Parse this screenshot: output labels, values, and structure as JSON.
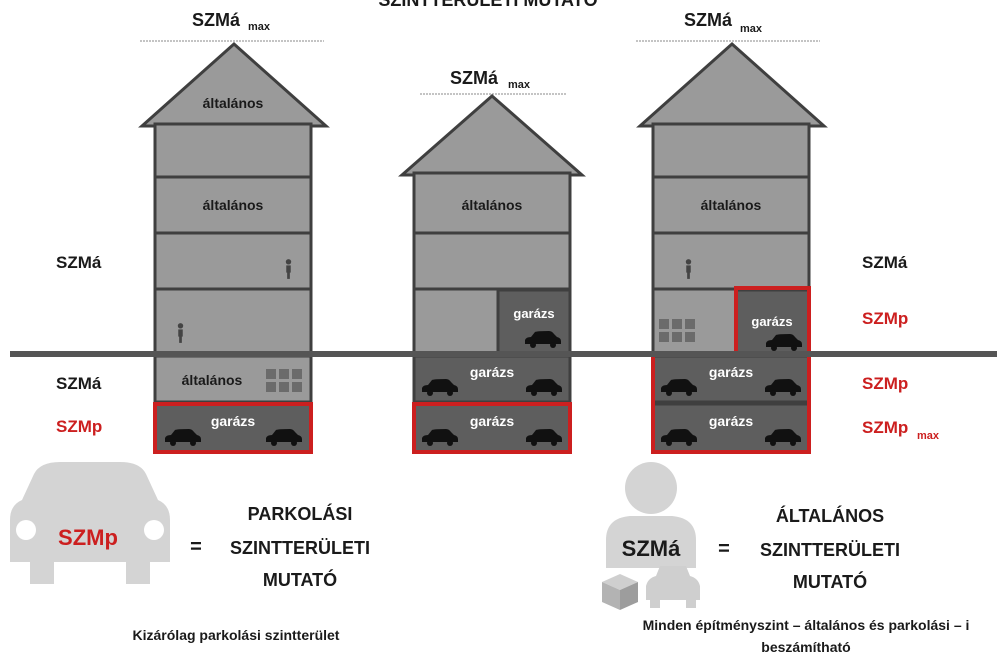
{
  "header": {
    "title": "SZINTTERÜLETI MUTATÓ"
  },
  "buildings": [
    {
      "top_label": "SZMá",
      "top_sub": "max",
      "floor_general": "általános",
      "roof_label": "általános",
      "garage_label": "garázs"
    },
    {
      "top_label": "SZMá",
      "top_sub": "max",
      "floor_general": "általános",
      "garage_label": "garázs"
    },
    {
      "top_label": "SZMá",
      "top_sub": "max",
      "floor_general": "általános",
      "garage_label": "garázs"
    }
  ],
  "left_labels": {
    "upper": "SZMá",
    "ground": "SZMá",
    "basement": "SZMp"
  },
  "right_labels": {
    "upper": "SZMá",
    "mid": "SZMp",
    "ground": "SZMp",
    "basement": "SZMp",
    "basement_sub": "max"
  },
  "legend": {
    "parking_abbr": "SZMp",
    "equals": "=",
    "parking_lines": [
      "PARKOLÁSI",
      "SZINTTERÜLETI",
      "MUTATÓ"
    ],
    "parking_caption": "Kizárólag parkolási szintterület",
    "general_abbr": "SZMá",
    "general_lines": [
      "ÁLTALÁNOS",
      "SZINTTERÜLETI",
      "MUTATÓ"
    ],
    "general_caption_1": "Minden építményszint – általános és parkolási – i",
    "general_caption_2": "beszámítható"
  },
  "colors": {
    "floor_fill": "#9a9a9a",
    "wall_stroke": "#3f3f3f",
    "garage_fill": "#5e5e5e",
    "highlight_red": "#cc1f1f",
    "ground_line": "#555555",
    "legend_gray": "#d4d4d4",
    "text_dark": "#1a1a1a"
  }
}
